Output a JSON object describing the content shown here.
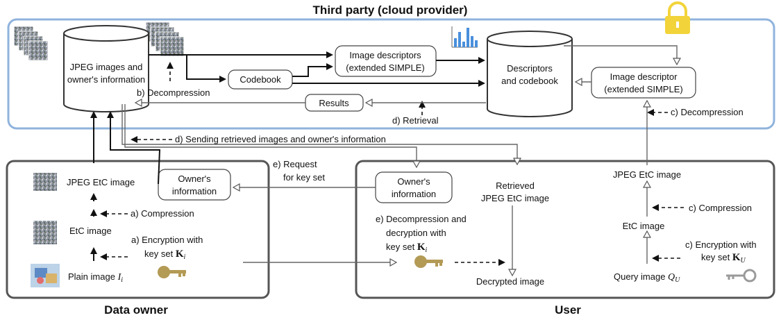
{
  "titles": {
    "third_party": "Third party (cloud provider)",
    "data_owner": "Data owner",
    "user": "User"
  },
  "cloud": {
    "db_jpeg_line1": "JPEG images and",
    "db_jpeg_line2": "owner's information",
    "db_descriptors_line1": "Descriptors",
    "db_descriptors_line2": "and codebook",
    "codebook": "Codebook",
    "image_descriptors_line1": "Image descriptors",
    "image_descriptors_line2": "(extended SIMPLE)",
    "image_descriptor_line1": "Image descriptor",
    "image_descriptor_line2": "(extended SIMPLE)",
    "results": "Results",
    "b_decompression": "b) Decompression",
    "d_retrieval": "d) Retrieval",
    "c_decompression": "c) Decompression"
  },
  "transfer": {
    "d_sending": "d) Sending retrieved images and owner's information",
    "e_request_line1": "e) Request",
    "e_request_line2": "for key set"
  },
  "owner": {
    "jpeg_etc_image": "JPEG EtC image",
    "owners_info_line1": "Owner's",
    "owners_info_line2": "information",
    "a_compression": "a) Compression",
    "etc_image": "EtC image",
    "a_encryption_line1": "a) Encryption with",
    "a_encryption_line2": "key set",
    "key_symbol": "K",
    "key_subscript": "i",
    "plain_image": "Plain image",
    "plain_symbol": "I",
    "plain_subscript": "i"
  },
  "user": {
    "owners_info_line1": "Owner's",
    "owners_info_line2": "information",
    "retrieved_line1": "Retrieved",
    "retrieved_line2": "JPEG EtC image",
    "e_decomp_line1": "e) Decompression and",
    "e_decomp_line2": "decryption with",
    "e_decomp_line3": "key set",
    "key_symbol": "K",
    "key_subscript": "i",
    "decrypted_image": "Decrypted image",
    "jpeg_etc_image": "JPEG EtC image",
    "c_compression": "c) Compression",
    "etc_image": "EtC image",
    "c_encryption_line1": "c) Encryption with",
    "c_encryption_line2": "key set",
    "key_symbol_u": "K",
    "key_subscript_u": "U",
    "query_image": "Query image",
    "query_symbol": "Q",
    "query_subscript": "U"
  },
  "colors": {
    "cloud_border": "#8fb3dc",
    "panel_border": "#555555",
    "lock": "#f2d43a",
    "key_gold": "#b39a55",
    "key_gray": "#9a9a9a",
    "chart_bar": "#4a8fdc"
  }
}
